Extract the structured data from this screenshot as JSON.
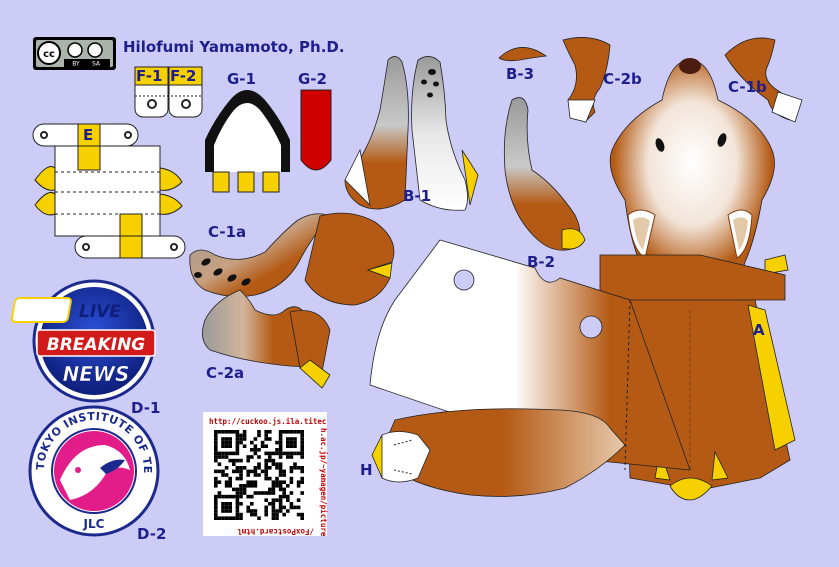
{
  "header": {
    "author": "Hilofumi Yamamoto, Ph.D.",
    "license_cc": "cc",
    "license_by": "BY",
    "license_sa": "SA"
  },
  "labels": {
    "f1": "F-1",
    "f2": "F-2",
    "g1": "G-1",
    "g2": "G-2",
    "e": "E",
    "b1": "B-1",
    "b2": "B-2",
    "b3": "B-3",
    "c1a": "C-1a",
    "c1b": "C-1b",
    "c2a": "C-2a",
    "c2b": "C-2b",
    "a": "A",
    "h": "H",
    "d1": "D-1",
    "d2": "D-2"
  },
  "badge_live": {
    "line1": "LIVE",
    "line2": "BREAKING",
    "line3": "NEWS"
  },
  "badge_institute": {
    "arc": "TOKYO INSTITUTE OF TECHNOLOGY",
    "bottom": "JLC"
  },
  "qr": {
    "url_top": "http://cuckoo.js.ila.titec",
    "url_side": "h.ac.jp/~yamagen/picture",
    "url_bottom": "/FoxPostcard.html"
  },
  "colors": {
    "background": "#cdccf7",
    "fur": "#b45a14",
    "yellow": "#f7d000",
    "label": "#1f1f8c",
    "red": "#d00000",
    "grey": "#9a9a9a"
  }
}
